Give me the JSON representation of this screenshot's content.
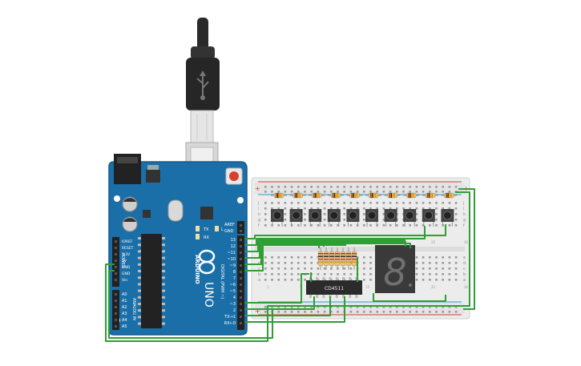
{
  "arduino": {
    "brand": "ARDUINO",
    "model": "UNO",
    "digital_header": "DIGITAL (PWM ~)",
    "power_header": "POWER",
    "analog_header": "ANALOG IN",
    "aref": "AREF",
    "gnd": "GND",
    "digital_pins": [
      "13",
      "12",
      "~11",
      "~10",
      "~9",
      "8",
      "7",
      "~6",
      "~5",
      "4",
      "~3",
      "2",
      "TX→1",
      "RX←0"
    ],
    "power_pins": [
      "IOREF",
      "RESET",
      "3.3V",
      "5V",
      "GND",
      "GND",
      "Vin"
    ],
    "analog_pins": [
      "A0",
      "A1",
      "A2",
      "A3",
      "A4",
      "A5"
    ],
    "led_labels": [
      "TX",
      "RX",
      "L"
    ],
    "usb_symbol": "usb-symbol",
    "reset_button": "reset-button"
  },
  "breadboard": {
    "rows_top": [
      "j",
      "i",
      "h",
      "g",
      "f"
    ],
    "rows_bottom": [
      "e",
      "d",
      "c",
      "b",
      "a"
    ],
    "rail_plus": "+",
    "rail_minus": "-",
    "column_labels": [
      "1",
      "5",
      "10",
      "15",
      "20",
      "25",
      "30"
    ]
  },
  "decoder_chip": {
    "label": "CD4511"
  },
  "display": {
    "digit": "8"
  },
  "colors": {
    "board": "#1b6fa8",
    "board_edge": "#15598a",
    "wire": "#2e9e35",
    "breadboard": "#ececec",
    "rail_red": "#d33",
    "rail_blue": "#39c"
  },
  "counts": {
    "buttons": 10,
    "button_resistors": 10,
    "segment_resistors": 7
  }
}
